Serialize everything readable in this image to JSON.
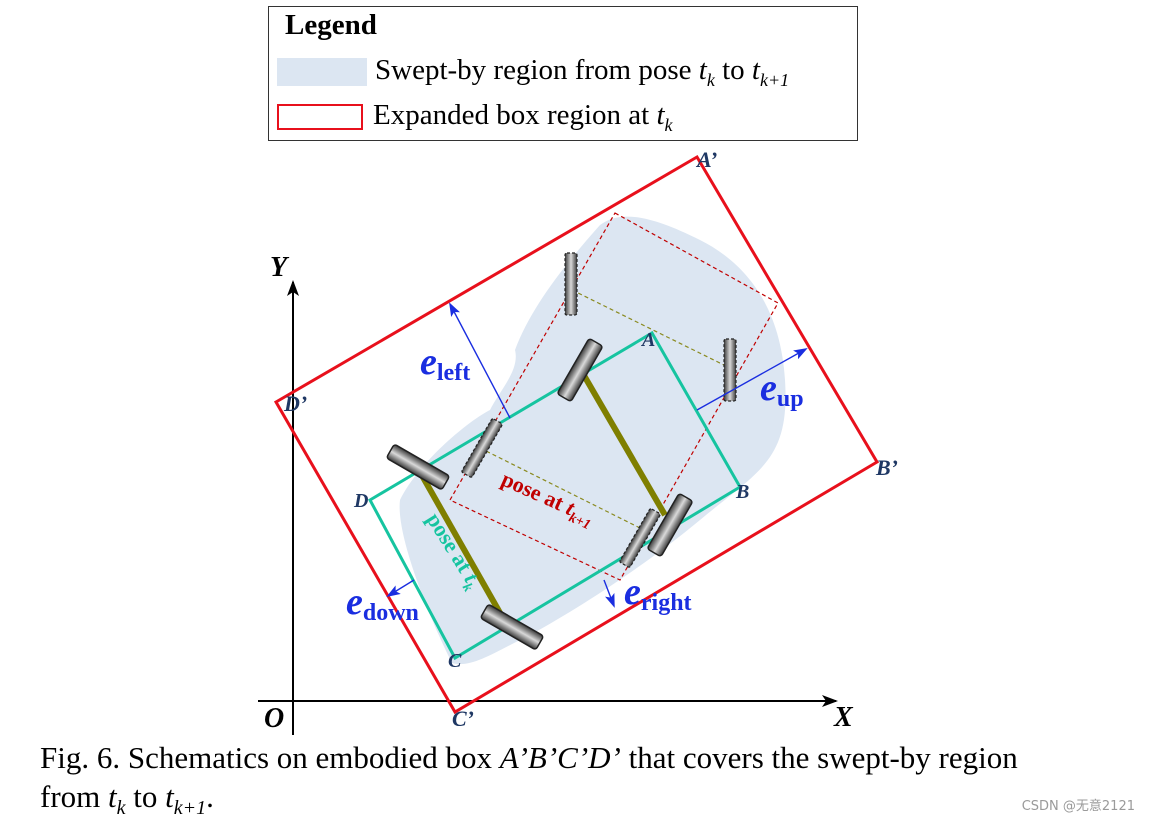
{
  "legend": {
    "title": "Legend",
    "item1_text": "Swept-by region from pose",
    "item1_tk": "t",
    "item1_tk_sub": "k",
    "item1_to": "to",
    "item1_tk1": "t",
    "item1_tk1_sub": "k+1",
    "item2_text": "Expanded box region at",
    "item2_tk": "t",
    "item2_tk_sub": "k"
  },
  "labels": {
    "A_prime": "A’",
    "B_prime": "B’",
    "C_prime": "C’",
    "D_prime": "D’",
    "A": "A",
    "B": "B",
    "C": "C",
    "D": "D",
    "X": "X",
    "Y": "Y",
    "O": "O",
    "e": "e",
    "left": "left",
    "up": "up",
    "down": "down",
    "right": "right",
    "pose_at": "pose at",
    "t": "t",
    "k": "k",
    "k1": "k+1"
  },
  "caption": {
    "prefix": "Fig. 6. Schematics on embodied box",
    "box": "A’B’C’D’",
    "middle": "that covers the swept-by region",
    "line2_from": "from",
    "t1": "t",
    "t1_sub": "k",
    "to": "to",
    "t2": "t",
    "t2_sub": "k+1",
    "end": "."
  },
  "watermark": "CSDN @无意2121",
  "colors": {
    "expanded_box": "#e8101c",
    "pose_tk": "#16c4a0",
    "pose_tk1": "#c00000",
    "swept_region": "#dce6f2",
    "vectors": "#1a2ee0",
    "axle": "#7f7f00"
  }
}
